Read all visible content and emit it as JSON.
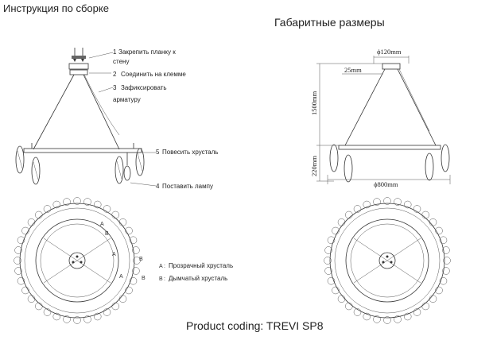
{
  "titles": {
    "assembly": "Инструкция по сборке",
    "dimensions": "Габаритные размеры"
  },
  "steps": [
    {
      "num": "1",
      "text": "Закрепить планку к",
      "text2": "стену"
    },
    {
      "num": "2",
      "text": "Соединить на клемме"
    },
    {
      "num": "3",
      "text": "Зафиксировать",
      "text2": "арматуру"
    },
    {
      "num": "5",
      "text": "Повесить хрусталь"
    },
    {
      "num": "4",
      "text": "Поставить лампу"
    }
  ],
  "dimensions": {
    "canopy": "ϕ120mm",
    "offset": "25mm",
    "drop": "1500mm",
    "height": "220mm",
    "diameter": "ϕ800mm"
  },
  "legend": [
    {
      "key": "A",
      "text": "Прозрачный хрусталь"
    },
    {
      "key": "B",
      "text": "Дымчатый хрусталь"
    }
  ],
  "markers": {
    "a": "A",
    "b": "B"
  },
  "product": "Product coding: TREVI SP8"
}
